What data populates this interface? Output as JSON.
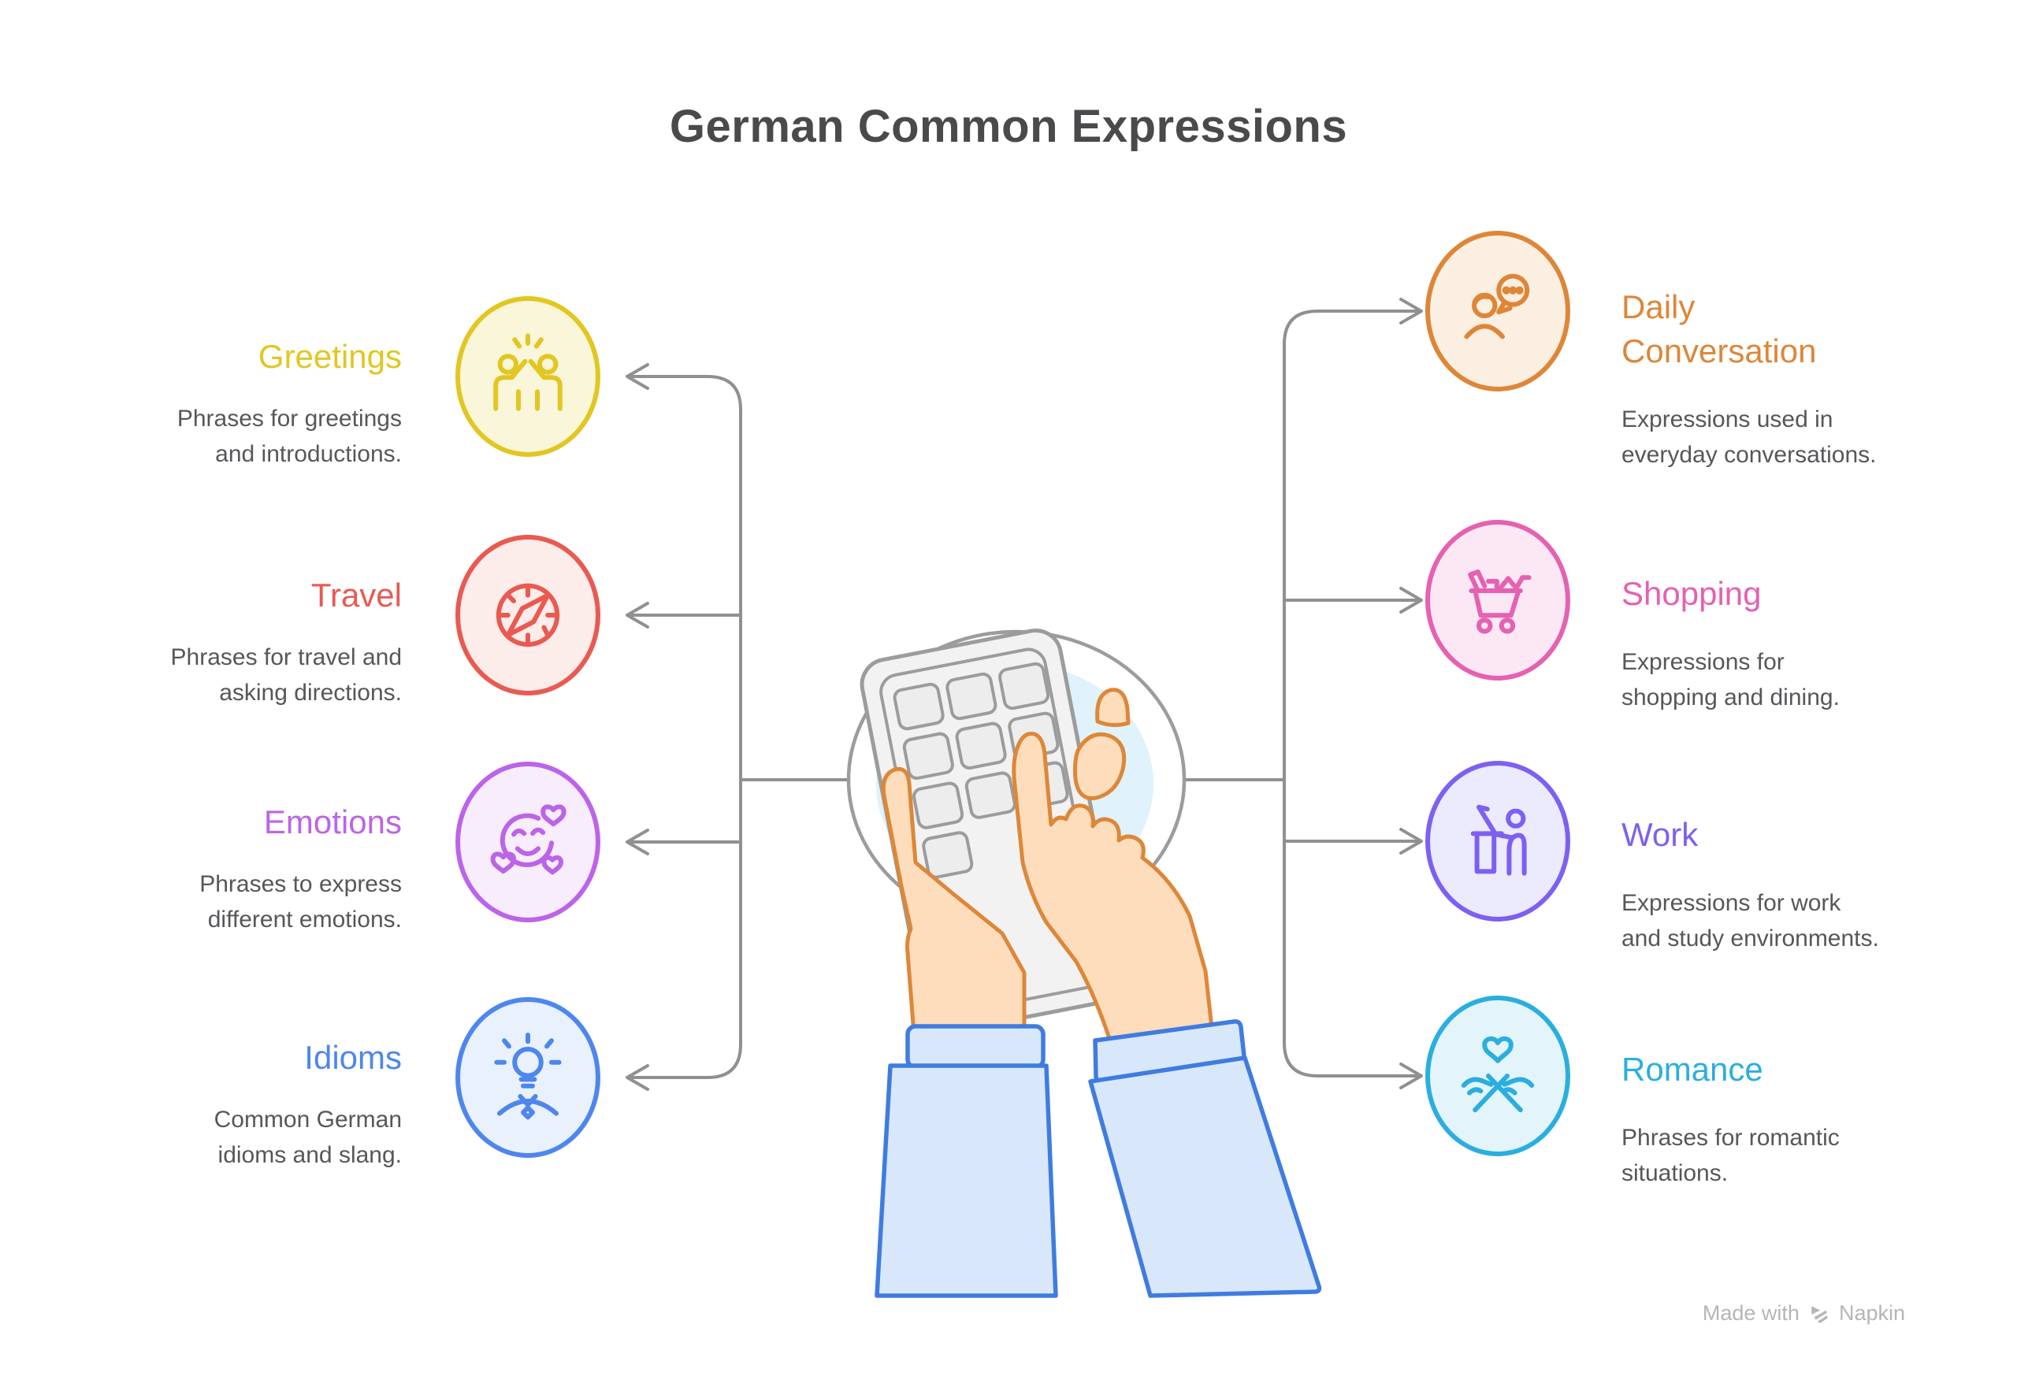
{
  "title": "German Common Expressions",
  "items": [
    {
      "title": "Greetings",
      "desc1": "Phrases for greetings",
      "desc2": "and introductions.",
      "color": "#E2C622",
      "fill": "#FAF6D9",
      "icon": "high-five-icon",
      "side": "left"
    },
    {
      "title": "Travel",
      "desc1": "Phrases for travel and",
      "desc2": "asking directions.",
      "color": "#E85A52",
      "fill": "#FCECEA",
      "icon": "compass-icon",
      "side": "left"
    },
    {
      "title": "Emotions",
      "desc1": "Phrases to express",
      "desc2": "different emotions.",
      "color": "#BC64E8",
      "fill": "#F8EDFC",
      "icon": "smiley-hearts-icon",
      "side": "left"
    },
    {
      "title": "Idioms",
      "desc1": "Common German",
      "desc2": "idioms and slang.",
      "color": "#4F86EE",
      "fill": "#E9F1FD",
      "icon": "lightbulb-person-icon",
      "side": "left"
    },
    {
      "title": "Daily Conversation",
      "desc1": "Expressions used in",
      "desc2": "everyday conversations.",
      "color": "#DE8638",
      "fill": "#FBEFE1",
      "icon": "person-speech-bubble-icon",
      "side": "right"
    },
    {
      "title": "Shopping",
      "desc1": "Expressions for",
      "desc2": "shopping and dining.",
      "color": "#E561B1",
      "fill": "#FCE8F4",
      "icon": "shopping-cart-icon",
      "side": "right"
    },
    {
      "title": "Work",
      "desc1": "Expressions for work",
      "desc2": "and study environments.",
      "color": "#7D60F2",
      "fill": "#ECEAFD",
      "icon": "person-at-desk-icon",
      "side": "right"
    },
    {
      "title": "Romance",
      "desc1": "Phrases for romantic",
      "desc2": "situations.",
      "color": "#2BAEDF",
      "fill": "#E3F4FB",
      "icon": "heart-hands-icon",
      "side": "right"
    }
  ],
  "colors": {
    "connector": "#909090",
    "title_text": "#4A4A4C",
    "description_text": "#56575A",
    "watermark": "#B5B6B8",
    "skin": "#FDDDBC",
    "skin_outline": "#DD8738",
    "sleeve": "#D9E7FB",
    "sleeve_outline": "#3F7CE0",
    "phone_body": "#F2F2F2",
    "phone_outline": "#9C9C9C",
    "halo_blue": "#E0F2FB"
  },
  "watermark": {
    "prefix": "Made with",
    "brand": "Napkin"
  }
}
